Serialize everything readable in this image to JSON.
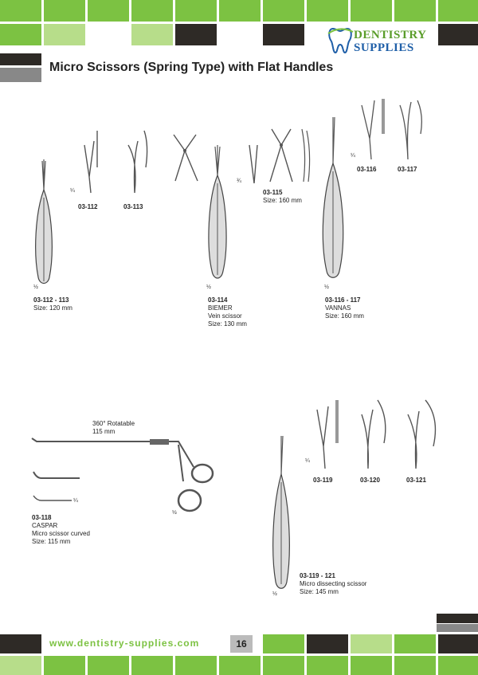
{
  "logo": {
    "line1": "DENTISTRY",
    "line2": "SUPPLIES"
  },
  "title": "Micro Scissors (Spring Type) with Flat Handles",
  "products": [
    {
      "code": "03-112 - 113",
      "desc": "",
      "name": "",
      "size": "Size: 120 mm"
    },
    {
      "code": "03-114",
      "name": "BIEMER",
      "desc": "Vein scissor",
      "size": "Size: 130 mm"
    },
    {
      "code": "03-115",
      "name": "",
      "desc": "",
      "size": "Size: 160 mm"
    },
    {
      "code": "03-116 - 117",
      "name": "VANNAS",
      "desc": "",
      "size": "Size: 160 mm"
    },
    {
      "code": "03-118",
      "name": "CASPAR",
      "desc": "Micro scissor curved",
      "size": "Size: 115 mm"
    },
    {
      "code": "03-119 - 121",
      "name": "",
      "desc": "Micro dissecting scissor",
      "size": "Size: 145 mm"
    }
  ],
  "detail_codes": {
    "c112": "03-112",
    "c113": "03-113",
    "c116": "03-116",
    "c117": "03-117",
    "c119": "03-119",
    "c120": "03-120",
    "c121": "03-121"
  },
  "scales": {
    "half": "½",
    "quarter": "¼",
    "three_quarter": "¾"
  },
  "caspar_note": {
    "line1": "360° Rotatable",
    "line2": "115 mm"
  },
  "footer": {
    "url": "www.dentistry-supplies.com",
    "page": "16"
  },
  "colors": {
    "green": "#7cc242",
    "light_green": "#b7dd8a",
    "dark": "#2e2a26",
    "grey": "#888888"
  }
}
